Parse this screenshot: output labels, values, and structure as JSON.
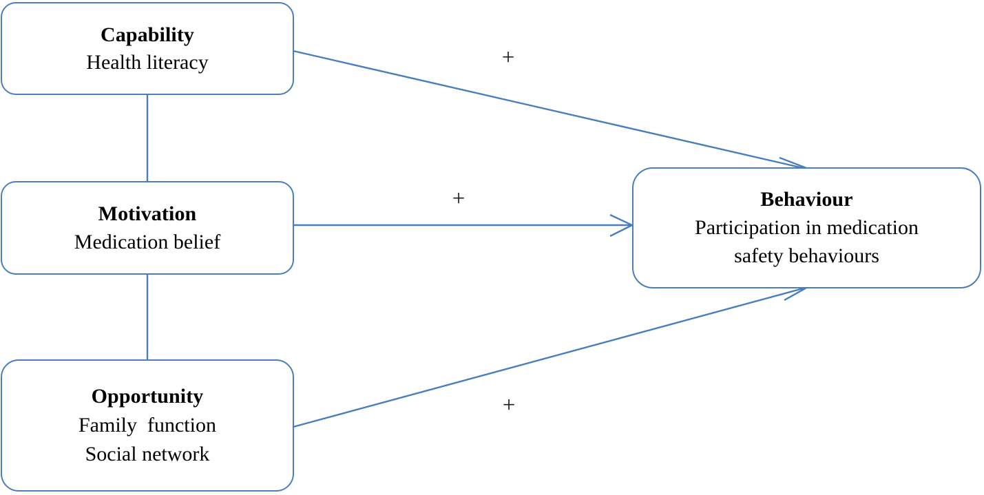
{
  "diagram": {
    "type": "conceptual-framework",
    "accent_color": "#4A7EBB",
    "text_color": "#000000",
    "background_color": "#FFFFFF",
    "nodes": [
      {
        "id": "capability",
        "title": "Capability",
        "subtitle": "Health literacy",
        "position": "top-left"
      },
      {
        "id": "motivation",
        "title": "Motivation",
        "subtitle": "Medication belief",
        "position": "middle-left"
      },
      {
        "id": "opportunity",
        "title": "Opportunity",
        "subtitle_line1": "Family  function",
        "subtitle_line2": "Social network",
        "position": "bottom-left"
      },
      {
        "id": "behaviour",
        "title": "Behaviour",
        "subtitle_line1": "Participation in medication",
        "subtitle_line2": "safety behaviours",
        "position": "right"
      }
    ],
    "edges": [
      {
        "id": "capability-to-behaviour",
        "from": "capability",
        "to": "behaviour",
        "sign": "+",
        "arrow": true
      },
      {
        "id": "motivation-to-behaviour",
        "from": "motivation",
        "to": "behaviour",
        "sign": "+",
        "arrow": true
      },
      {
        "id": "opportunity-to-behaviour",
        "from": "opportunity",
        "to": "behaviour",
        "sign": "+",
        "arrow": true
      },
      {
        "id": "capability-motivation-link",
        "from": "capability",
        "to": "motivation",
        "sign": "",
        "arrow": false
      },
      {
        "id": "motivation-opportunity-link",
        "from": "motivation",
        "to": "opportunity",
        "sign": "",
        "arrow": false
      }
    ]
  }
}
